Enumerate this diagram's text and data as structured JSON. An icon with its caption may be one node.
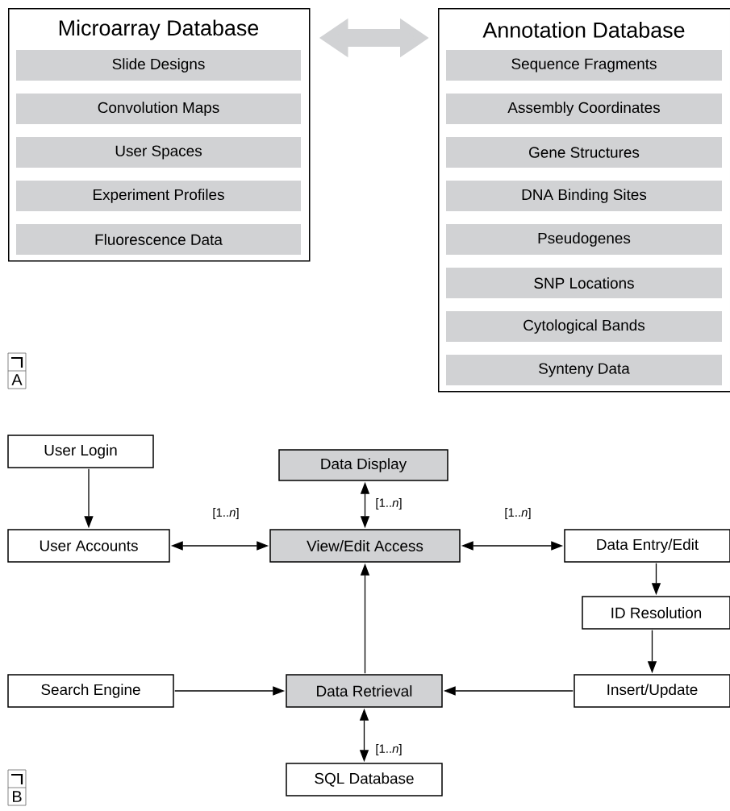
{
  "diagram": {
    "nodes": [
      {
        "text": [
          "Microarray Database"
        ]
      },
      {
        "text": [
          "Slide Designs"
        ],
        "in": 0
      },
      {
        "text": [
          "Convolution Maps"
        ],
        "in": 0
      },
      {
        "text": [
          "User Spaces"
        ],
        "in": 0
      },
      {
        "text": [
          "Experiment Profiles"
        ],
        "in": 0
      },
      {
        "text": [
          "Fluorescence Data"
        ],
        "in": 0
      },
      {
        "text": [
          "Annotation Database"
        ]
      },
      {
        "text": [
          "Sequence Fragments"
        ],
        "in": 6
      },
      {
        "text": [
          "Assembly Coordinates"
        ],
        "in": 6
      },
      {
        "text": [
          "Gene Structures"
        ],
        "in": 6
      },
      {
        "text": [
          "DNA Binding Sites"
        ],
        "in": 6
      },
      {
        "text": [
          "Pseudogenes"
        ],
        "in": 6
      },
      {
        "text": [
          "SNP Locations"
        ],
        "in": 6
      },
      {
        "text": [
          "Cytological Bands"
        ],
        "in": 6
      },
      {
        "text": [
          "Synteny Data"
        ],
        "in": 6
      },
      {
        "text": [
          "User Login"
        ]
      },
      {
        "text": [
          "Data Display"
        ]
      },
      {
        "text": [
          "User Accounts"
        ]
      },
      {
        "text": [
          "View/Edit Access"
        ]
      },
      {
        "text": [
          "Data Entry/Edit"
        ]
      },
      {
        "text": [
          "ID Resolution"
        ]
      },
      {
        "text": [
          "Search Engine"
        ]
      },
      {
        "text": [
          "Data Retrieval"
        ]
      },
      {
        "text": [
          "Insert/Update"
        ]
      },
      {
        "text": [
          "SQL Database"
        ]
      }
    ],
    "edges": [
      {
        "from": 0,
        "to": 6,
        "arrow": "both",
        "style": "thick",
        "color": "#d1d2d4"
      },
      {
        "from": 15,
        "to": 17,
        "arrow": "to"
      },
      {
        "from": 16,
        "to": 18,
        "arrow": "both",
        "label": "[1..*n*]"
      },
      {
        "from": 17,
        "to": 18,
        "arrow": "both",
        "label": "[1..*n*]"
      },
      {
        "from": 18,
        "to": 19,
        "arrow": "both",
        "label": "[1..*n*]"
      },
      {
        "from": 19,
        "to": 20,
        "arrow": "to"
      },
      {
        "from": 20,
        "to": 23,
        "arrow": "to"
      },
      {
        "from": 22,
        "to": 18,
        "arrow": "to"
      },
      {
        "from": 21,
        "to": 22,
        "arrow": "to"
      },
      {
        "from": 23,
        "to": 22,
        "arrow": "to"
      },
      {
        "from": 22,
        "to": 24,
        "arrow": "both",
        "label": "[1..*n*]"
      }
    ],
    "labels": [
      "A",
      "B"
    ]
  }
}
